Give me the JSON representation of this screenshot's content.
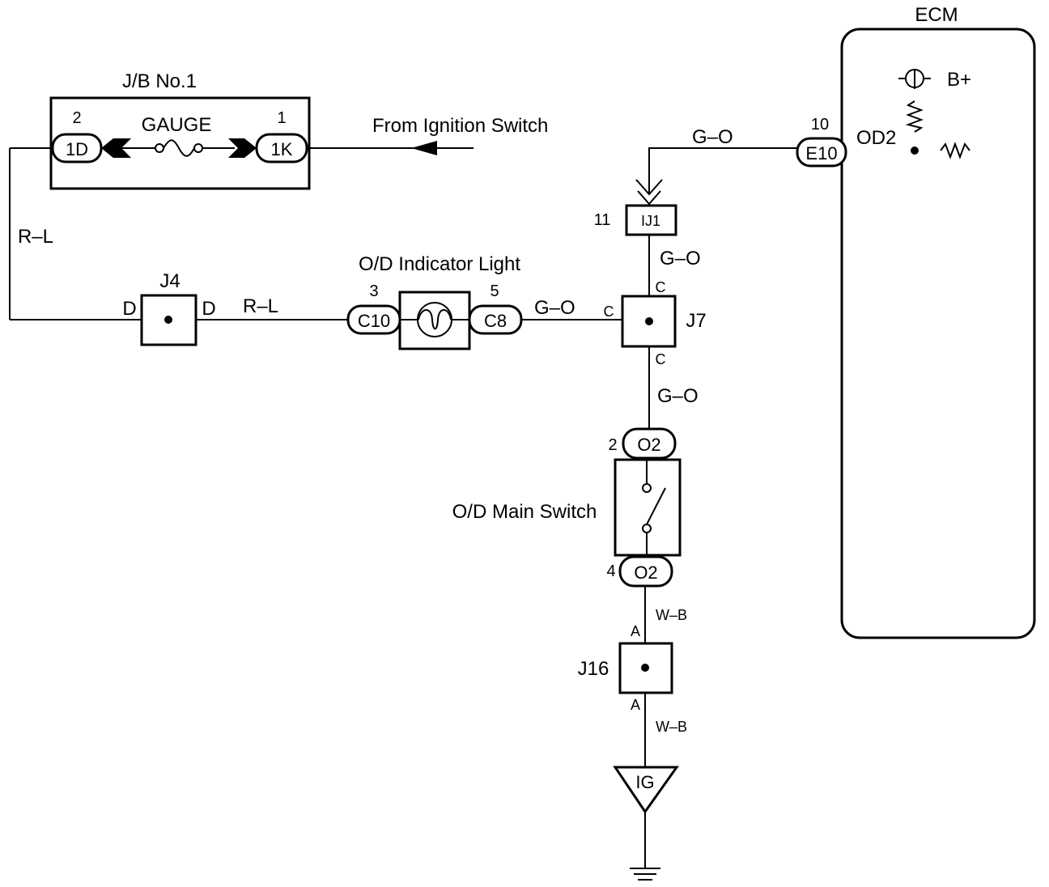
{
  "ecm": {
    "title": "ECM",
    "bplus": "B+",
    "pin_od2": "OD2",
    "pin_num": "10",
    "connector": "E10"
  },
  "junction_block": {
    "title": "J/B No.1",
    "fuse": "GAUGE",
    "left_pin": "2",
    "left_connector": "1D",
    "right_pin": "1",
    "right_connector": "1K"
  },
  "ignition_label": "From Ignition Switch",
  "wires": {
    "rl_left": "R–L",
    "rl_mid": "R–L",
    "go_ecm": "G–O",
    "go_ij1": "G–O",
    "go_c8": "G–O",
    "go_j7": "G–O",
    "wb_top": "W–B",
    "wb_bottom": "W–B"
  },
  "j4": {
    "title": "J4",
    "left": "D",
    "right": "D"
  },
  "indicator": {
    "title": "O/D Indicator Light",
    "pin_left": "3",
    "conn_left": "C10",
    "pin_right": "5",
    "conn_right": "C8"
  },
  "ij1": {
    "pin": "11",
    "label": "IJ1"
  },
  "j7": {
    "title": "J7",
    "top": "C",
    "left": "C",
    "bottom": "C"
  },
  "main_switch": {
    "title": "O/D Main Switch",
    "pin_top": "2",
    "conn_top": "O2",
    "pin_bottom": "4",
    "conn_bottom": "O2"
  },
  "j16": {
    "title": "J16",
    "top": "A",
    "bottom": "A"
  },
  "ground": {
    "label": "IG"
  }
}
